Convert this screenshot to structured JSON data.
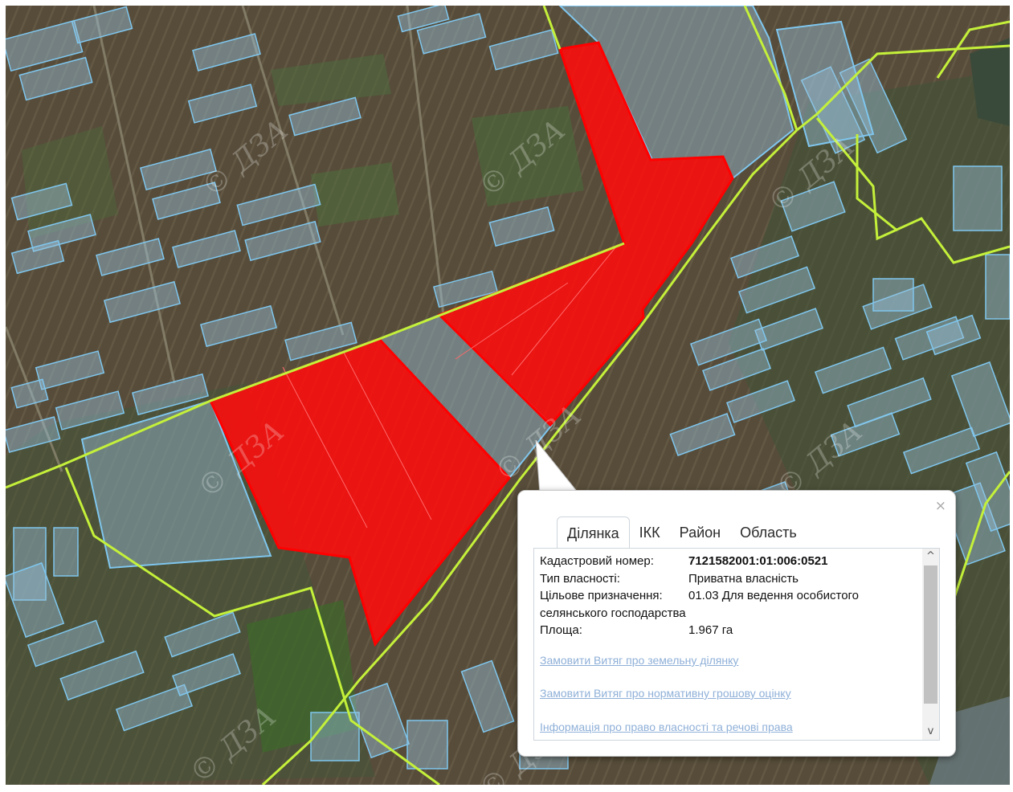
{
  "watermark_text": "© ДЗА",
  "colors": {
    "selected_parcel": "#ff0c0c",
    "parcel_outline": "#7fc6ee",
    "boundary_line": "#c4f03a",
    "popup_link": "#8fb0d8"
  },
  "popup": {
    "close_symbol": "×",
    "tabs": [
      {
        "label": "Ділянка",
        "active": true
      },
      {
        "label": "ІКК",
        "active": false
      },
      {
        "label": "Район",
        "active": false
      },
      {
        "label": "Область",
        "active": false
      }
    ],
    "fields": {
      "cadastral_number": {
        "label": "Кадастровий номер:",
        "value": "7121582001:01:006:0521"
      },
      "ownership_type": {
        "label": "Тип власності:",
        "value": "Приватна власність"
      },
      "purpose": {
        "label": "Цільове призначення:",
        "value": "01.03 Для ведення особистого",
        "continuation": "селянського господарства"
      },
      "area": {
        "label": "Площа:",
        "value": "1.967 га"
      }
    },
    "links": [
      "Замовити Витяг про земельну ділянку",
      "Замовити Витяг про нормативну грошову оцінку",
      "Інформація про право власності та речові права"
    ],
    "scroll_up_icon": "^",
    "scroll_down_icon": "v"
  }
}
